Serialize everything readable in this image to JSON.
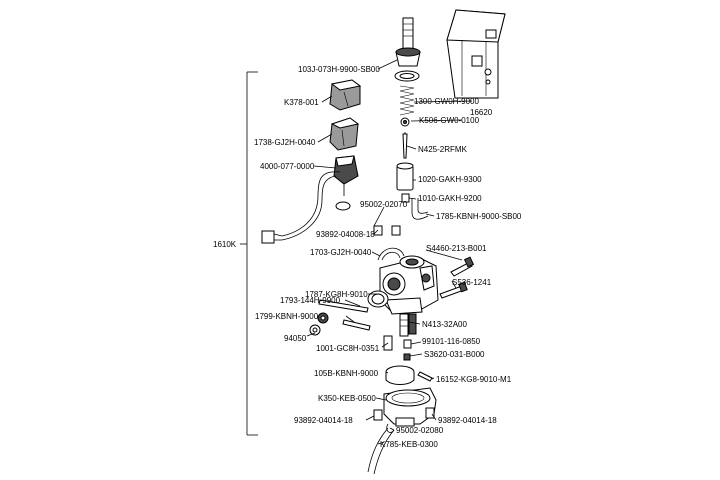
{
  "diagram": {
    "assembly_label": "1610K",
    "parts": {
      "p103J": "103J-073H-9900-SB00",
      "p1300": "1300-GW0H-9000",
      "p16620": "16620",
      "pK378": "K378-001",
      "pK506": "K506-GW0-0100",
      "p1738": "1738-GJ2H-0040",
      "pN425": "N425-2RFMK",
      "p4000": "4000-077-0000",
      "p1020": "1020-GAKH-9300",
      "p1010": "1010-GAKH-9200",
      "p95002a": "95002-02070",
      "p1785": "1785-KBNH-9000-SB00",
      "p93892a": "93892-04008-18",
      "p1703": "1703-GJ2H-0040",
      "pS4460": "S4460-213-B001",
      "pS536": "S536-1241",
      "p1787": "1787-KG8H-9010",
      "p1793": "1793-144H-9900",
      "p1799": "1799-KBNH-9000",
      "pN413": "N413-32A00",
      "p94050": "94050",
      "p99101": "99101-116-0850",
      "p1001": "1001-GC8H-0351",
      "pS3620": "S3620-031-B000",
      "p105B": "105B-KBNH-9000",
      "p16152": "16152-KG8-9010-M1",
      "pK350": "K350-KEB-0500",
      "p93892b": "93892-04014-18",
      "p93892c": "93892-04014-18",
      "p95002b": "95002-02080",
      "pK785": "K785-KEB-0300"
    }
  }
}
